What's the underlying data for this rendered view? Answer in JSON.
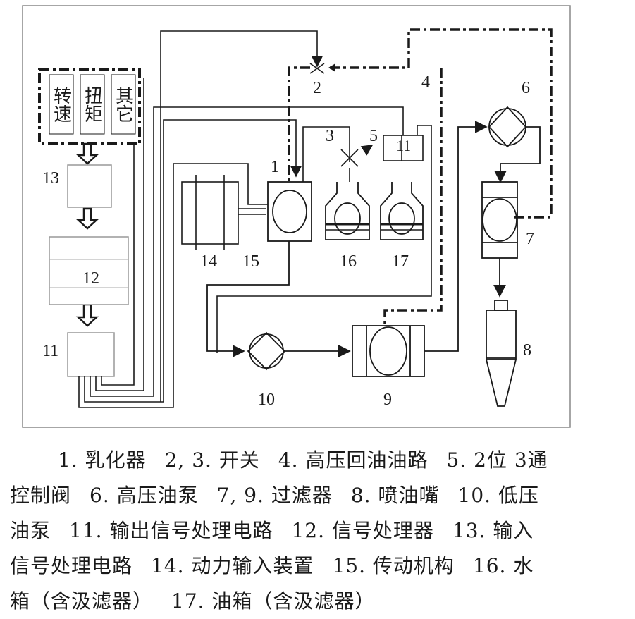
{
  "components": {
    "c1": "1",
    "c2": "2",
    "c3": "3",
    "c4": "4",
    "c5": "5",
    "c6": "6",
    "c7": "7",
    "c8": "8",
    "c9": "9",
    "c10": "10",
    "c11": "11",
    "c11b": "11",
    "c12": "12",
    "c13": "13",
    "c14": "14",
    "c15": "15",
    "c16": "16",
    "c17": "17"
  },
  "inputs": {
    "speed": "转速",
    "torque": "扭矩",
    "other": "其它"
  },
  "caption": {
    "lines": [
      [
        "1. 乳化器",
        "2, 3. 开关",
        "4. 高压回油油路",
        "5. 2位 3通"
      ],
      [
        "控制阀",
        "6. 高压油泵",
        "7, 9. 过滤器",
        "8. 喷油嘴",
        "10. 低压"
      ],
      [
        "油泵",
        "11. 输出信号处理电路",
        "12. 信号处理器",
        "13. 输入"
      ],
      [
        "信号处理电路",
        "14. 动力输入装置",
        "15. 传动机构",
        "16. 水"
      ],
      [
        "箱（含汲滤器）",
        "17. 油箱（含汲滤器）"
      ]
    ]
  }
}
